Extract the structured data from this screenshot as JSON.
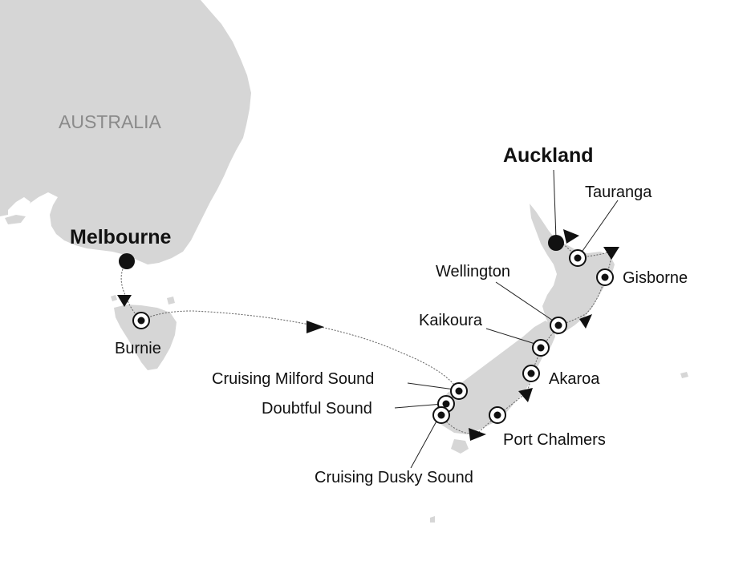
{
  "map": {
    "region_label": "AUSTRALIA",
    "colors": {
      "land": "#d6d6d6",
      "water": "#ffffff",
      "route": "#6e6e6e",
      "marker": "#111111"
    },
    "endpoints": [
      {
        "id": "melbourne",
        "label": "Melbourne"
      },
      {
        "id": "auckland",
        "label": "Auckland"
      }
    ],
    "ports": [
      {
        "id": "burnie",
        "label": "Burnie"
      },
      {
        "id": "milford",
        "label": "Cruising Milford Sound"
      },
      {
        "id": "doubtful",
        "label": "Doubtful Sound"
      },
      {
        "id": "dusky",
        "label": "Cruising Dusky Sound"
      },
      {
        "id": "port-chalmers",
        "label": "Port Chalmers"
      },
      {
        "id": "akaroa",
        "label": "Akaroa"
      },
      {
        "id": "kaikoura",
        "label": "Kaikoura"
      },
      {
        "id": "wellington",
        "label": "Wellington"
      },
      {
        "id": "gisborne",
        "label": "Gisborne"
      },
      {
        "id": "tauranga",
        "label": "Tauranga"
      }
    ]
  }
}
